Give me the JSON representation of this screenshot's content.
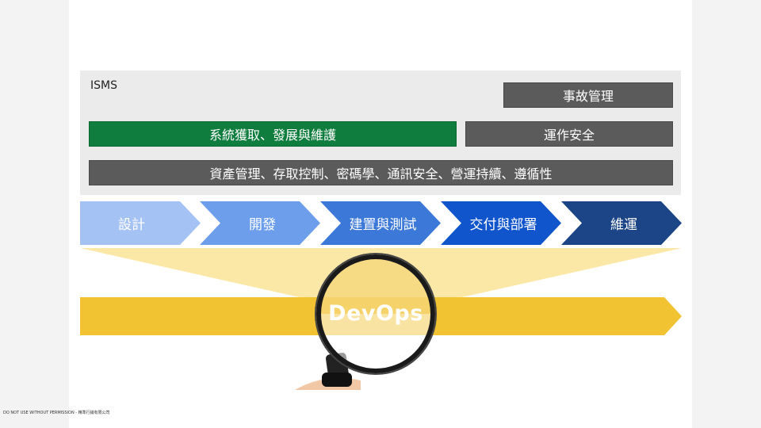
{
  "isms": {
    "label": "ISMS",
    "row1": {
      "incident": "事故管理"
    },
    "row2": {
      "acquisition": "系統獲取、發展與維護",
      "operations": "運作安全"
    },
    "row3": {
      "controls": "資產管理、存取控制、密碼學、通訊安全、營運持續、遵循性"
    }
  },
  "stages": [
    {
      "label": "設計",
      "color": "#a4c2f4"
    },
    {
      "label": "開發",
      "color": "#6d9eeb"
    },
    {
      "label": "建置與測試",
      "color": "#3c78d8"
    },
    {
      "label": "交付與部署",
      "color": "#1155cc"
    },
    {
      "label": "維運",
      "color": "#1c4587"
    }
  ],
  "devops": {
    "label": "DevOps",
    "arrow_color": "#f1c232",
    "funnel_color": "#fbe8a6"
  },
  "footer": "DO NOT USE WITHOUT PERMISSION - 精準行銷有限公司"
}
